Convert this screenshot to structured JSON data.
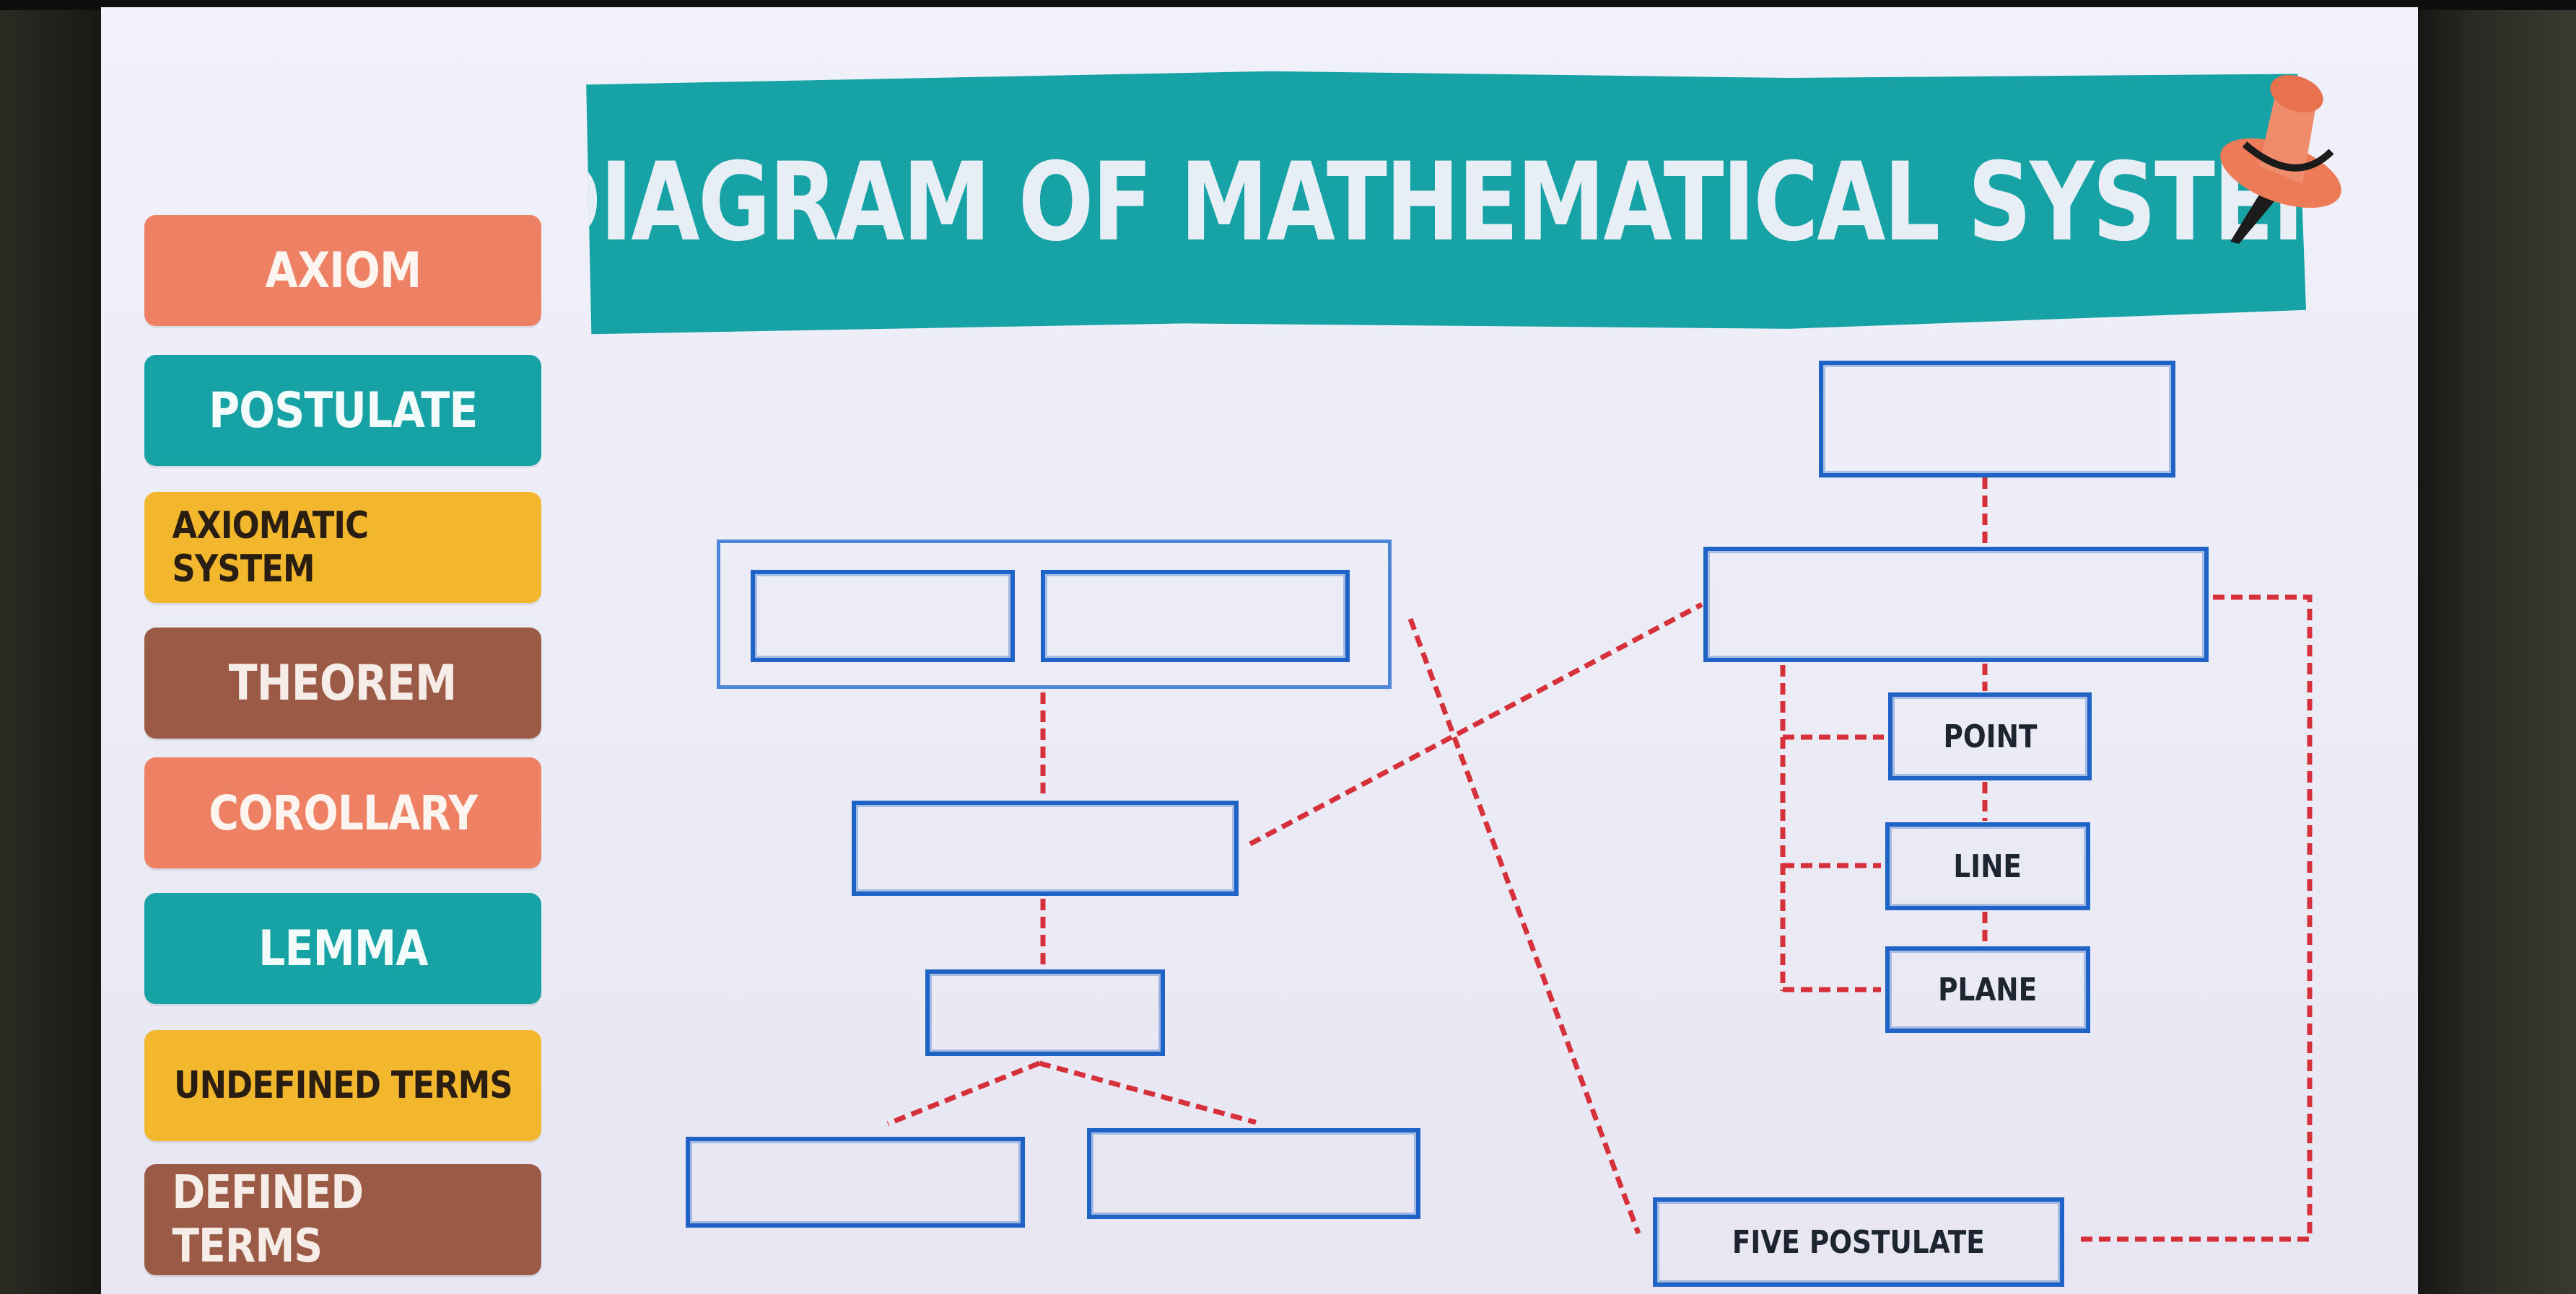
{
  "title": "DIAGRAM OF MATHEMATICAL SYSTEM",
  "terms": [
    "AXIOM",
    "POSTULATE",
    "AXIOMATIC SYSTEM",
    "THEOREM",
    "COROLLARY",
    "LEMMA",
    "UNDEFINED TERMS",
    "DEFINED TERMS"
  ],
  "diagram_labels": {
    "point": "POINT",
    "line": "LINE",
    "plane": "PLANE",
    "five_postulate": "FIVE POSTULATE"
  },
  "colors": {
    "salmon": "#ee8163",
    "teal": "#17a3a5",
    "yellow": "#f2b72c",
    "brown": "#9a5a45",
    "box_border": "#1f63c6",
    "connector": "#d6303a"
  },
  "icons": [
    "pushpin-icon"
  ]
}
